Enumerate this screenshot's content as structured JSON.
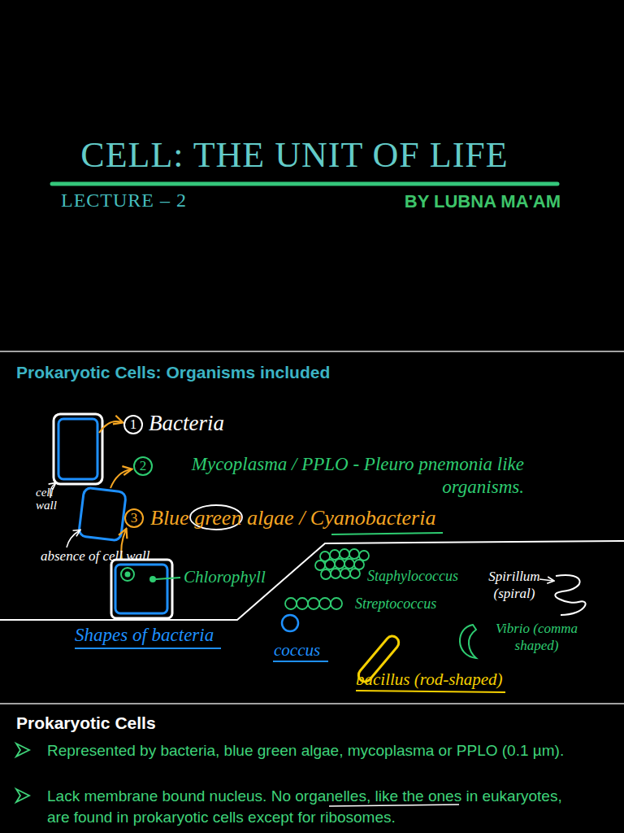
{
  "diagram": {
    "title": "CELL: THE UNIT OF LIFE",
    "nodes": [
      {
        "text": [
          "LECTURE – 2",
          "BY LUBNA MA'AM"
        ]
      },
      {
        "text": [
          "Prokaryotic Cells: Organisms included"
        ]
      },
      {
        "text": [
          "Prokaryotic Cells",
          "Represented by bacteria, blue green algae, mycoplasma or PPLO (0.1 µm).",
          "Lack membrane bound nucleus. No organelles, like the ones in eukaryotes, are found in prokaryotic cells except for ribosomes."
        ]
      }
    ],
    "labels": [
      "1",
      "Bacteria",
      "2",
      "Mycoplasma / PPLO - Pleuro pnemonia like organisms.",
      "3",
      "Blue green algae / Cyanobacteria",
      "cell wall",
      "absence of cell wall",
      "Chlorophyll",
      "Shapes of bacteria",
      "Staphylococcus",
      "Streptococcus",
      "Spirillum (spiral)",
      "coccus",
      "Vibrio (comma shaped)",
      "bacillus (rod-shaped)"
    ]
  }
}
